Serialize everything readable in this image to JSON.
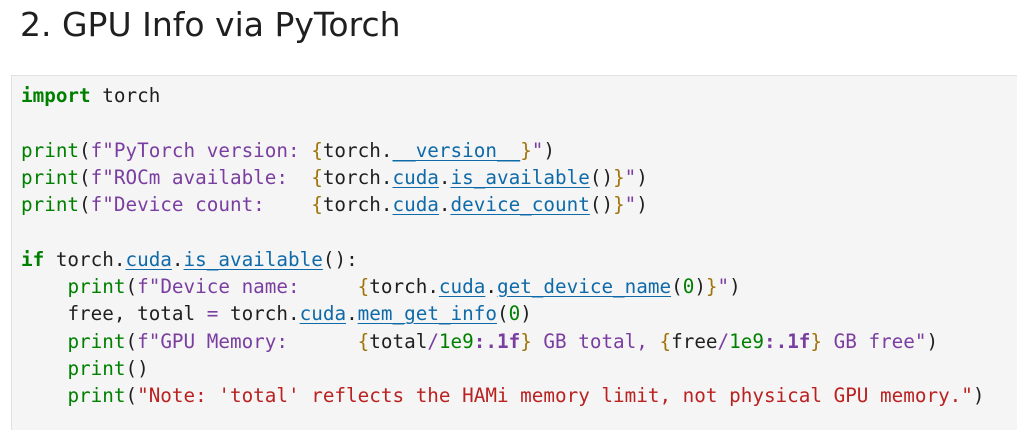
{
  "heading": "2. GPU Info via PyTorch",
  "code": {
    "language": "python",
    "lines": [
      "import torch",
      "",
      "print(f\"PyTorch version: {torch.__version__}\")",
      "print(f\"ROCm available:  {torch.cuda.is_available()}\")",
      "print(f\"Device count:    {torch.cuda.device_count()}\")",
      "",
      "if torch.cuda.is_available():",
      "    print(f\"Device name:     {torch.cuda.get_device_name(0)}\")",
      "    free, total = torch.cuda.mem_get_info(0)",
      "    print(f\"GPU Memory:      {total/1e9:.1f} GB total, {free/1e9:.1f} GB free\")",
      "    print()",
      "    print(\"Note: 'total' reflects the HAMi memory limit, not physical GPU memory.\")"
    ],
    "colors": {
      "background": "#f5f5f5",
      "keyword": "#008000",
      "string": "#ba2121",
      "fstring": "#7a3ea0",
      "interpolation_brace": "#a0740b",
      "attribute": "#0e6aa8",
      "number": "#008000"
    }
  }
}
